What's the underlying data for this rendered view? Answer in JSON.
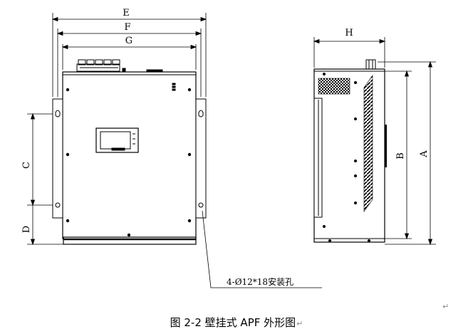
{
  "dimensions": {
    "e": "E",
    "f": "F",
    "g": "G",
    "h": "H",
    "a": "A",
    "b": "B",
    "c": "C",
    "d": "D"
  },
  "mounting_note": "4-Ø12*18安装孔",
  "caption": "图 2-2 壁挂式 APF 外形图",
  "paragraph_mark": "↵",
  "colors": {
    "line": "#000000",
    "fill_dark": "#1a1a1a",
    "screen_fill": "#dddddd"
  }
}
